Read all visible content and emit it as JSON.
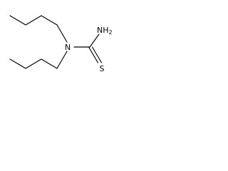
{
  "molecule": {
    "atoms": {
      "n": {
        "symbol": "N"
      },
      "nh2": {
        "symbol": "NH",
        "subscript": "2"
      },
      "s": {
        "symbol": "S"
      }
    }
  }
}
